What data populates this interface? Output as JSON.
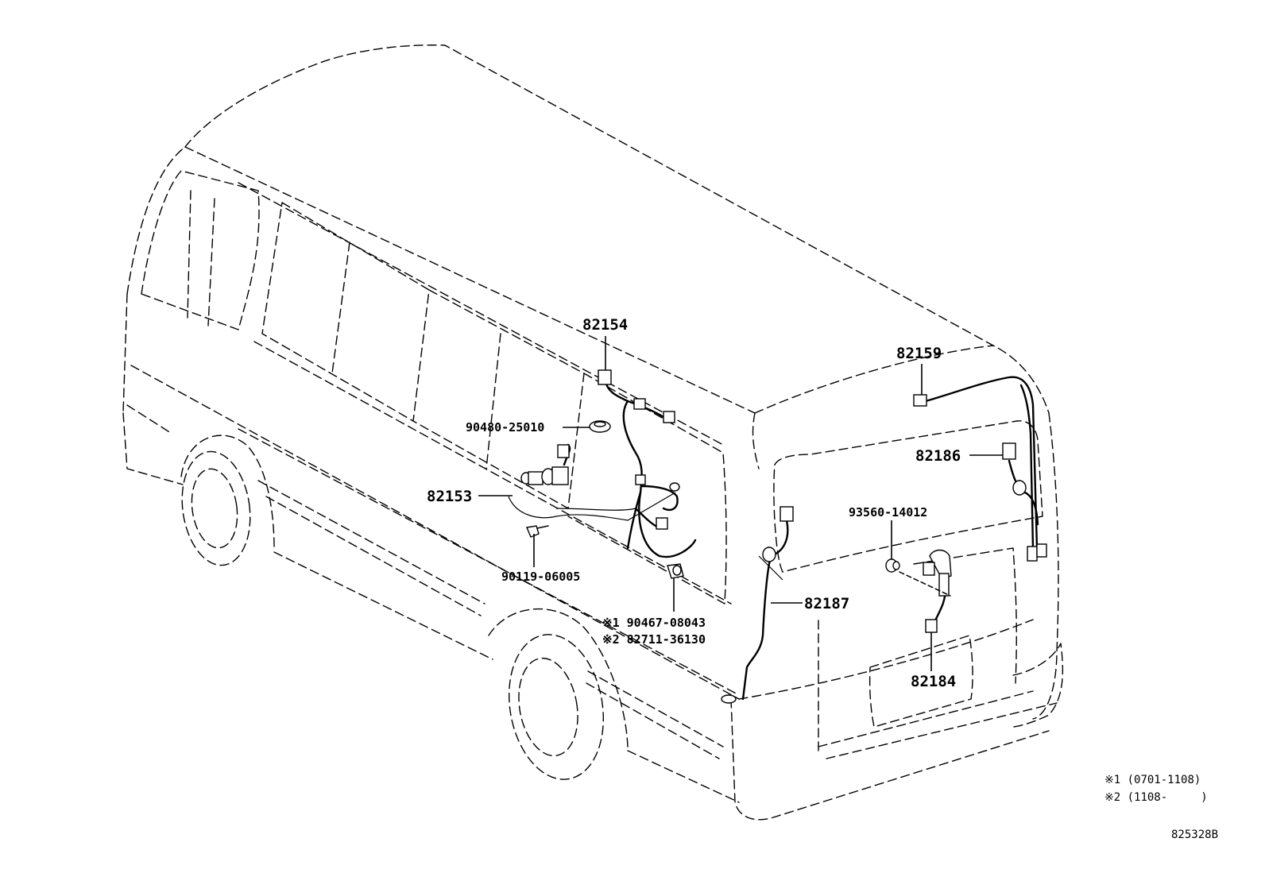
{
  "parts": {
    "p82154": "82154",
    "p82159": "82159",
    "p82186": "82186",
    "p90480": "90480-25010",
    "p82153": "82153",
    "p93560": "93560-14012",
    "p90119": "90119-06005",
    "p82187": "82187",
    "p90467": "※1 90467-08043",
    "p82711": "※2 82711-36130",
    "p82184": "82184"
  },
  "notes": {
    "n1": "※1 (0701-1108)",
    "n2": "※2 (1108-     )"
  },
  "figure_id": "825328B"
}
